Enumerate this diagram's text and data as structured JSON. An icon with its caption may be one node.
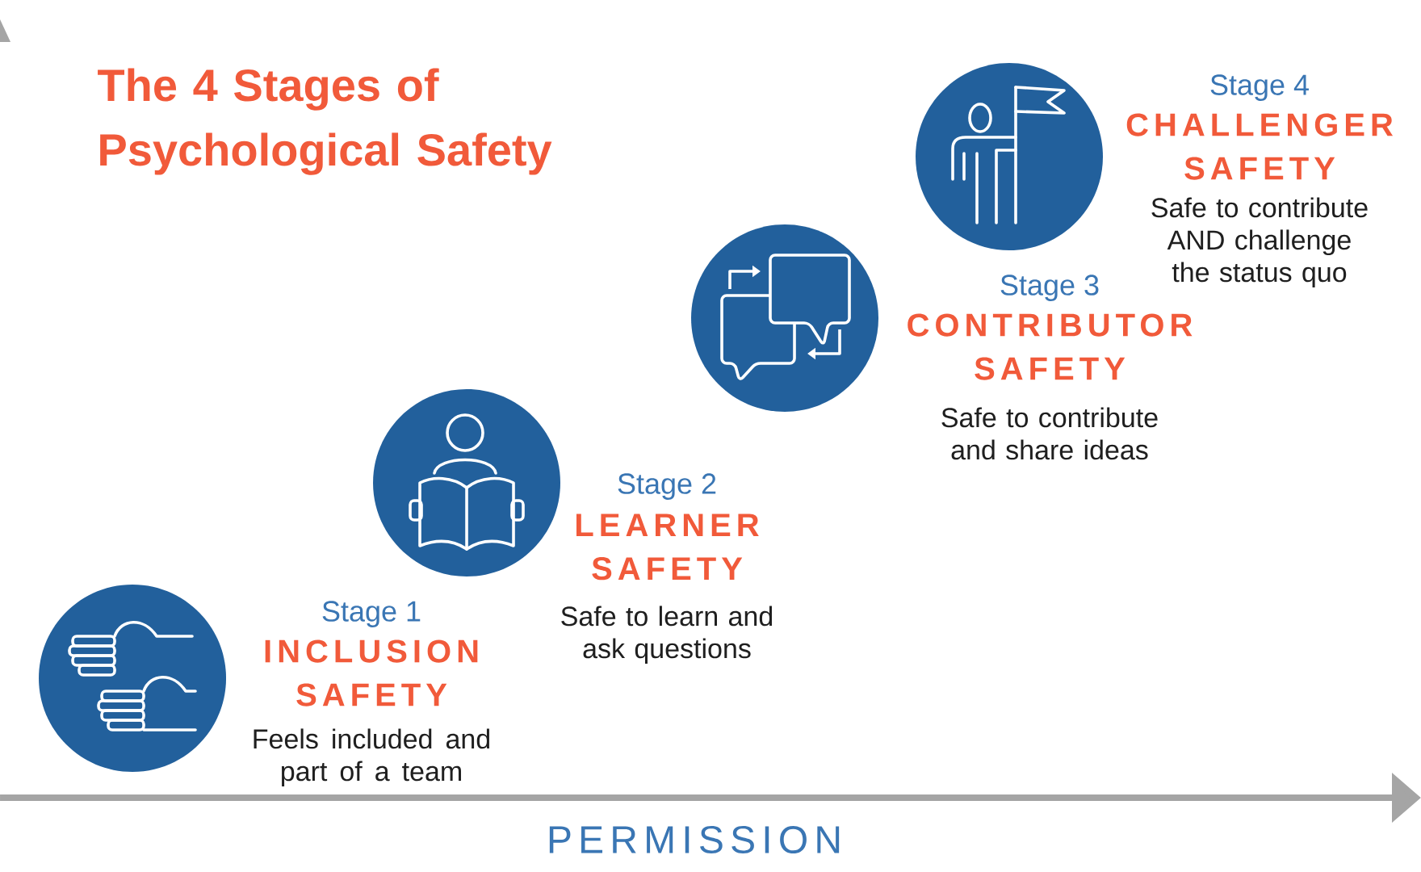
{
  "diagram": {
    "title": "The 4 Stages of Psychological Safety",
    "labels": [
      "Stage 1",
      "INCLUSION SAFETY",
      "Feels included and part of a team",
      "Stage 2",
      "LEARNER SAFETY",
      "Safe to learn and ask questions",
      "Stage 3",
      "CONTRIBUTOR SAFETY",
      "Safe to contribute and share ideas",
      "Stage 4",
      "CHALLENGER SAFETY",
      "Safe to contribute AND challenge the status quo",
      "PERMISSION"
    ]
  }
}
